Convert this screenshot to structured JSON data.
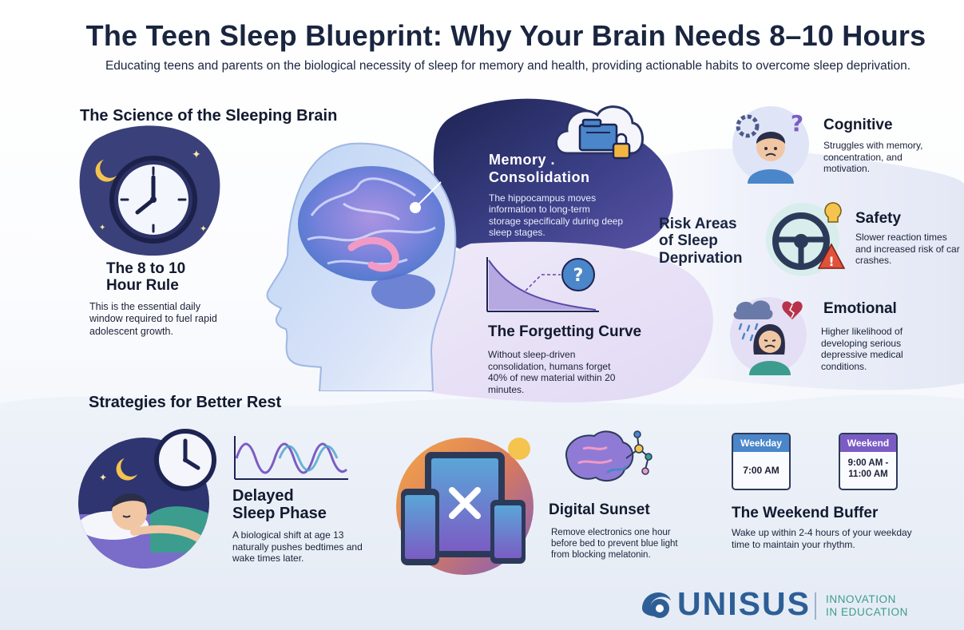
{
  "header": {
    "title": "The Teen Sleep Blueprint: Why Your Brain Needs 8–10 Hours",
    "subtitle": "Educating teens and parents on the biological necessity of sleep for memory and health, providing actionable habits to overcome sleep deprivation."
  },
  "science": {
    "section_title": "The Science of the Sleeping Brain",
    "rule": {
      "title_line1": "The 8 to 10",
      "title_line2": "Hour Rule",
      "body": "This is the essential daily window required to fuel rapid adolescent growth."
    },
    "memory": {
      "title_line1": "Memory .",
      "title_line2": "Consolidation",
      "body": "The hippocampus moves information to long-term storage specifically during deep sleep stages."
    },
    "forgetting": {
      "title": "The Forgetting Curve",
      "body": "Without sleep-driven consolidation, humans forget 40% of new material within 20 minutes."
    }
  },
  "risks": {
    "heading_line1": "Risk Areas",
    "heading_line2": "of Sleep",
    "heading_line3": "Deprivation",
    "items": [
      {
        "title": "Cognitive",
        "body": "Struggles with memory, concentration, and motivation."
      },
      {
        "title": "Safety",
        "body": "Slower reaction times and increased risk of car crashes."
      },
      {
        "title": "Emotional",
        "body": "Higher likelihood of developing serious depressive medical conditions."
      }
    ]
  },
  "strategies": {
    "section_title": "Strategies for Better Rest",
    "delayed": {
      "title_line1": "Delayed",
      "title_line2": "Sleep Phase",
      "body": "A biological shift at age 13 naturally pushes bedtimes and wake times later."
    },
    "digital": {
      "title": "Digital Sunset",
      "body": "Remove electronics one hour before bed to prevent blue light from blocking melatonin."
    },
    "weekend": {
      "title": "The Weekend Buffer",
      "body": "Wake up within 2-4 hours of your weekday time to maintain your rhythm.",
      "weekday_label": "Weekday",
      "weekday_time": "7:00 AM",
      "weekend_label": "Weekend",
      "weekend_time_line1": "9:00 AM -",
      "weekend_time_line2": "11:00 AM"
    }
  },
  "footer": {
    "brand": "UNISUS",
    "tagline_line1": "INNOVATION",
    "tagline_line2": "IN EDUCATION"
  },
  "icons": {
    "clock": "clock-icon",
    "brain_head": "brain-head-icon",
    "folder_lock": "folder-lock-icon",
    "curve_chart": "forgetting-curve-icon",
    "cognitive": "confused-person-icon",
    "safety": "steering-wheel-warning-icon",
    "emotional": "sad-person-rain-icon",
    "sleeping_boy": "sleeping-boy-icon",
    "wave": "sine-wave-icon",
    "devices": "crossed-out-devices-icon",
    "brain_molecule": "brain-molecule-icon",
    "calendars": "calendar-icon",
    "logo": "unisus-logo-icon"
  },
  "colors": {
    "navy": "#1a2540",
    "purple_panel": "#2a2f63",
    "accent_purple": "#7b5cc4",
    "accent_teal": "#3c9c8e",
    "brand_blue": "#2d5f96"
  }
}
